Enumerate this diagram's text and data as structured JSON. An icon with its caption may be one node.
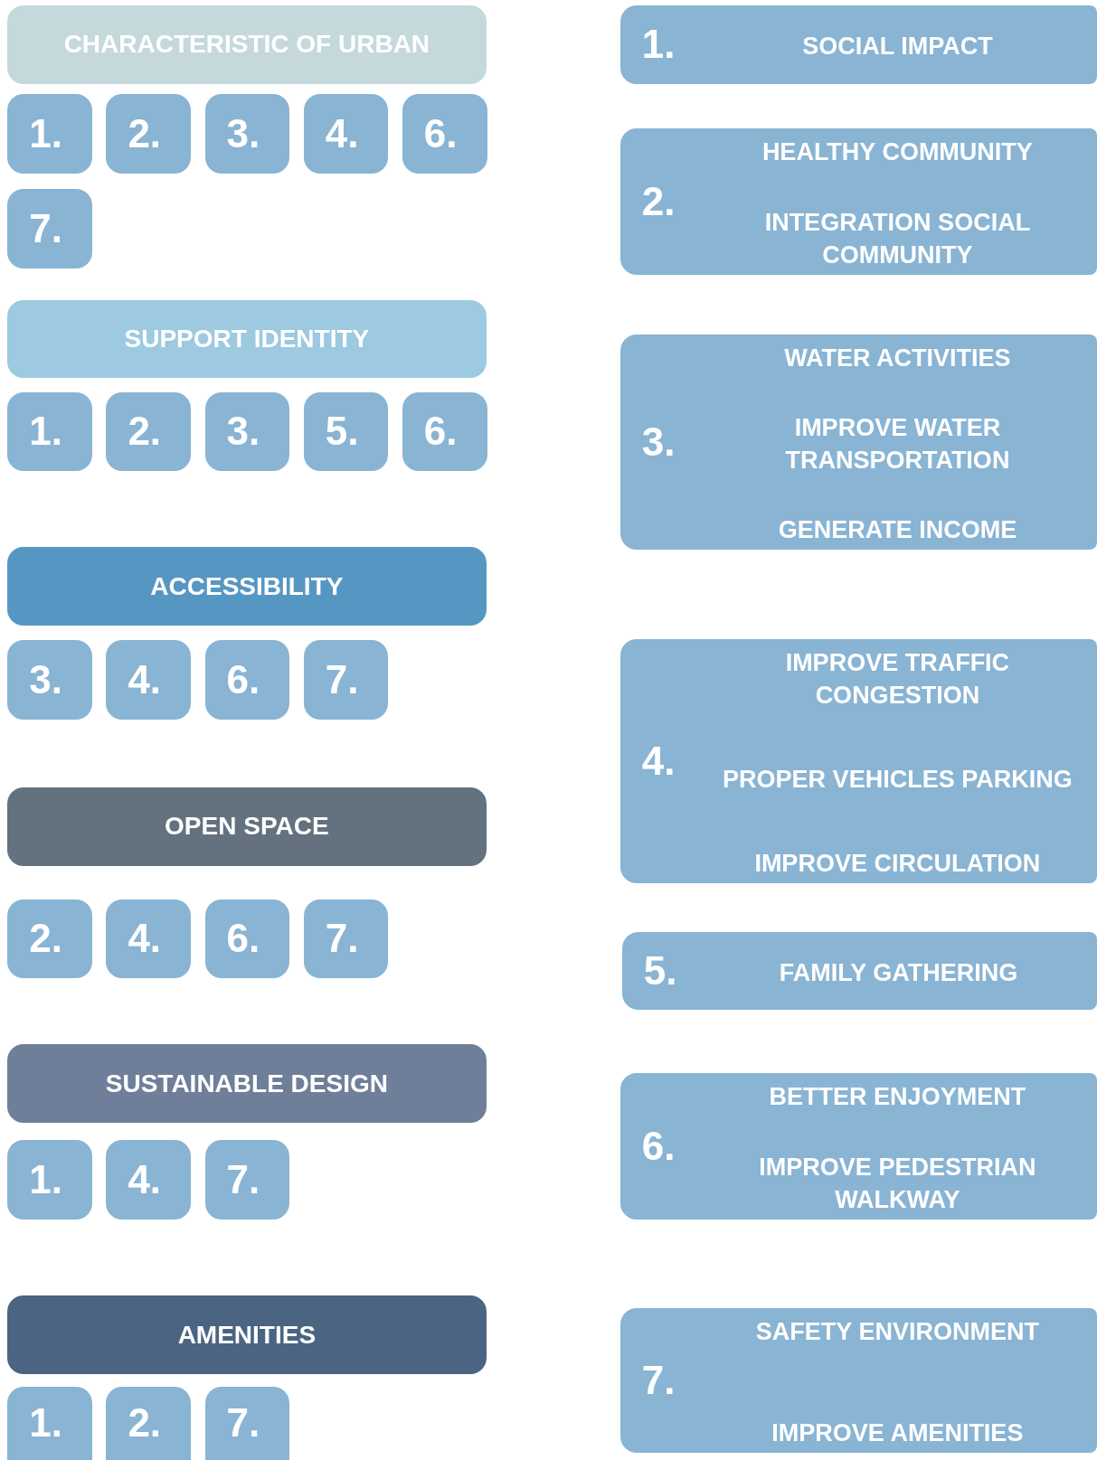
{
  "diagram": {
    "nodes": [
      {
        "text": [
          "CHARACTERISTIC OF URBAN"
        ]
      },
      {
        "text": [
          "1."
        ]
      },
      {
        "text": [
          "2."
        ]
      },
      {
        "text": [
          "3."
        ]
      },
      {
        "text": [
          "4."
        ]
      },
      {
        "text": [
          "6."
        ]
      },
      {
        "text": [
          "7."
        ]
      },
      {
        "text": [
          "SUPPORT IDENTITY"
        ]
      },
      {
        "text": [
          "1."
        ]
      },
      {
        "text": [
          "2."
        ]
      },
      {
        "text": [
          "3."
        ]
      },
      {
        "text": [
          "5."
        ]
      },
      {
        "text": [
          "6."
        ]
      },
      {
        "text": [
          "ACCESSIBILITY"
        ]
      },
      {
        "text": [
          "3."
        ]
      },
      {
        "text": [
          "4."
        ]
      },
      {
        "text": [
          "6."
        ]
      },
      {
        "text": [
          "7."
        ]
      },
      {
        "text": [
          "OPEN SPACE"
        ]
      },
      {
        "text": [
          "2."
        ]
      },
      {
        "text": [
          "4."
        ]
      },
      {
        "text": [
          "6."
        ]
      },
      {
        "text": [
          "7."
        ]
      },
      {
        "text": [
          "SUSTAINABLE DESIGN"
        ]
      },
      {
        "text": [
          "1."
        ]
      },
      {
        "text": [
          "4."
        ]
      },
      {
        "text": [
          "7."
        ]
      },
      {
        "text": [
          "AMENITIES"
        ]
      },
      {
        "text": [
          "1."
        ]
      },
      {
        "text": [
          "2."
        ]
      },
      {
        "text": [
          "7."
        ]
      },
      {
        "text": [
          "1.",
          "SOCIAL IMPACT"
        ]
      },
      {
        "text": [
          "2.",
          "HEALTHY COMMUNITY",
          "INTEGRATION SOCIAL COMMUNITY"
        ]
      },
      {
        "text": [
          "3.",
          "WATER ACTIVITIES",
          "IMPROVE WATER TRANSPORTATION",
          "GENERATE INCOME"
        ]
      },
      {
        "text": [
          "4.",
          "IMPROVE TRAFFIC CONGESTION",
          "PROPER VEHICLES PARKING",
          "IMPROVE CIRCULATION"
        ]
      },
      {
        "text": [
          "5.",
          "FAMILY GATHERING"
        ]
      },
      {
        "text": [
          "6.",
          "BETTER ENJOYMENT",
          "IMPROVE PEDESTRIAN WALKWAY"
        ]
      },
      {
        "text": [
          "7.",
          "SAFETY ENVIRONMENT",
          "IMPROVE AMENITIES"
        ]
      }
    ]
  }
}
